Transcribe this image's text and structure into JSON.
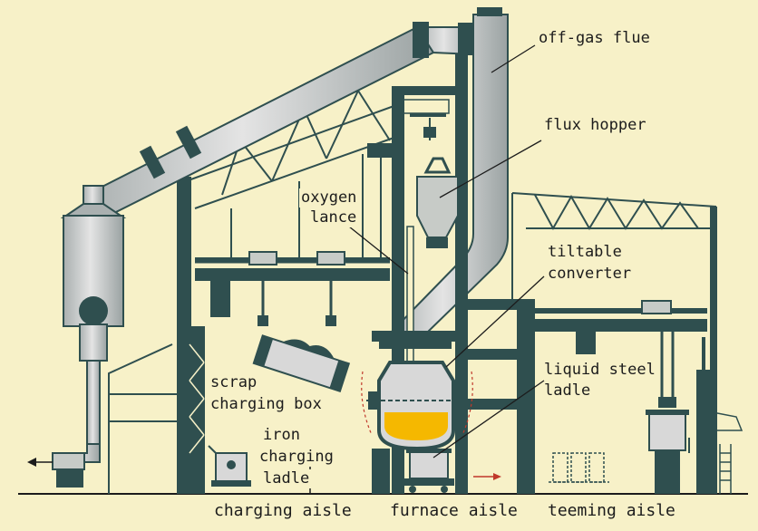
{
  "labels": {
    "off_gas_flue": "off-gas flue",
    "flux_hopper": "flux hopper",
    "oxygen_lance": [
      "oxygen",
      "lance"
    ],
    "tiltable_converter": [
      "tiltable",
      "converter"
    ],
    "liquid_steel_ladle": [
      "liquid steel",
      "ladle"
    ],
    "scrap_charging_box": [
      "scrap",
      "charging box"
    ],
    "iron_charging_ladle": [
      "iron",
      "charging",
      "ladle"
    ]
  },
  "aisles": {
    "charging": "charging aisle",
    "furnace": "furnace aisle",
    "teeming": "teeming aisle"
  },
  "colors": {
    "background": "#f7f1c8",
    "steel_dark": "#2f4f4f",
    "duct_light": "#d8d8d8",
    "molten_steel": "#f5b800",
    "line": "#1c1c1c"
  }
}
